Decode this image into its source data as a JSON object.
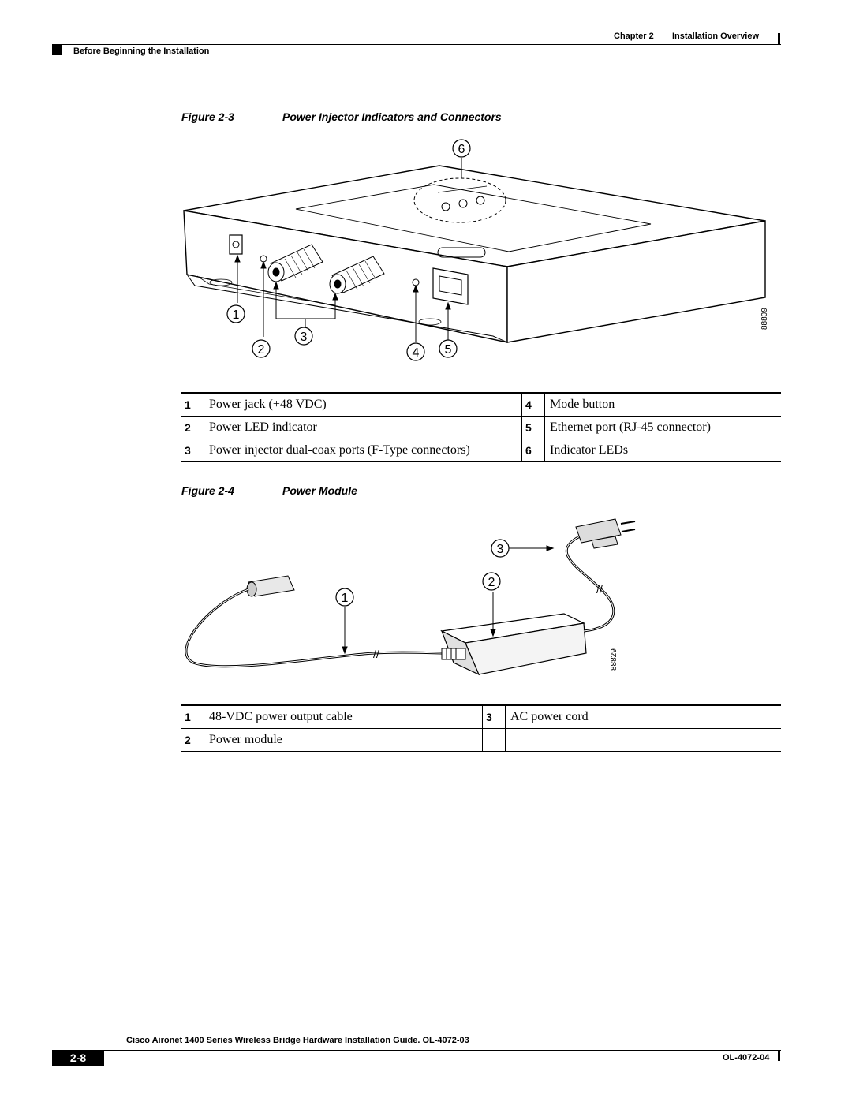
{
  "header": {
    "chapter": "Chapter 2",
    "chapter_title": "Installation Overview",
    "section": "Before Beginning the Installation"
  },
  "figure3": {
    "label": "Figure 2-3",
    "title": "Power Injector Indicators and Connectors",
    "art_id": "88809",
    "callouts": [
      "1",
      "2",
      "3",
      "4",
      "5",
      "6"
    ],
    "legend": [
      {
        "num": "1",
        "text": "Power jack (+48 VDC)",
        "num2": "4",
        "text2": "Mode button"
      },
      {
        "num": "2",
        "text": "Power LED indicator",
        "num2": "5",
        "text2": "Ethernet port (RJ-45 connector)"
      },
      {
        "num": "3",
        "text": "Power injector dual-coax ports (F-Type connectors)",
        "num2": "6",
        "text2": "Indicator LEDs"
      }
    ]
  },
  "figure4": {
    "label": "Figure 2-4",
    "title": "Power Module",
    "art_id": "88829",
    "callouts": [
      "1",
      "2",
      "3"
    ],
    "legend": [
      {
        "num": "1",
        "text": "48-VDC power output cable",
        "num2": "3",
        "text2": "AC power cord"
      },
      {
        "num": "2",
        "text": "Power module",
        "num2": "",
        "text2": ""
      }
    ]
  },
  "footer": {
    "guide_title": "Cisco Aironet 1400 Series Wireless Bridge Hardware Installation Guide. OL-4072-03",
    "page_number": "2-8",
    "doc_id": "OL-4072-04"
  }
}
